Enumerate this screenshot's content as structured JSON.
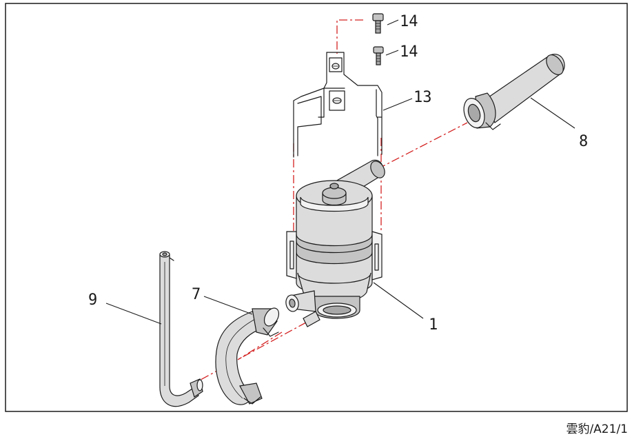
{
  "colors": {
    "line": "#1a1a1a",
    "centerline": "#d42020",
    "shade_light": "#dcdcdc",
    "shade_mid": "#c4c4c4",
    "shade_dark": "#a8a8a8"
  },
  "callouts": {
    "bolt_top": "14",
    "bolt_lower": "14",
    "bracket": "13",
    "hose_right": "8",
    "hose_left": "9",
    "elbow_hose": "7",
    "canister": "1"
  },
  "footer": {
    "code": "雲豹/A21/1"
  }
}
